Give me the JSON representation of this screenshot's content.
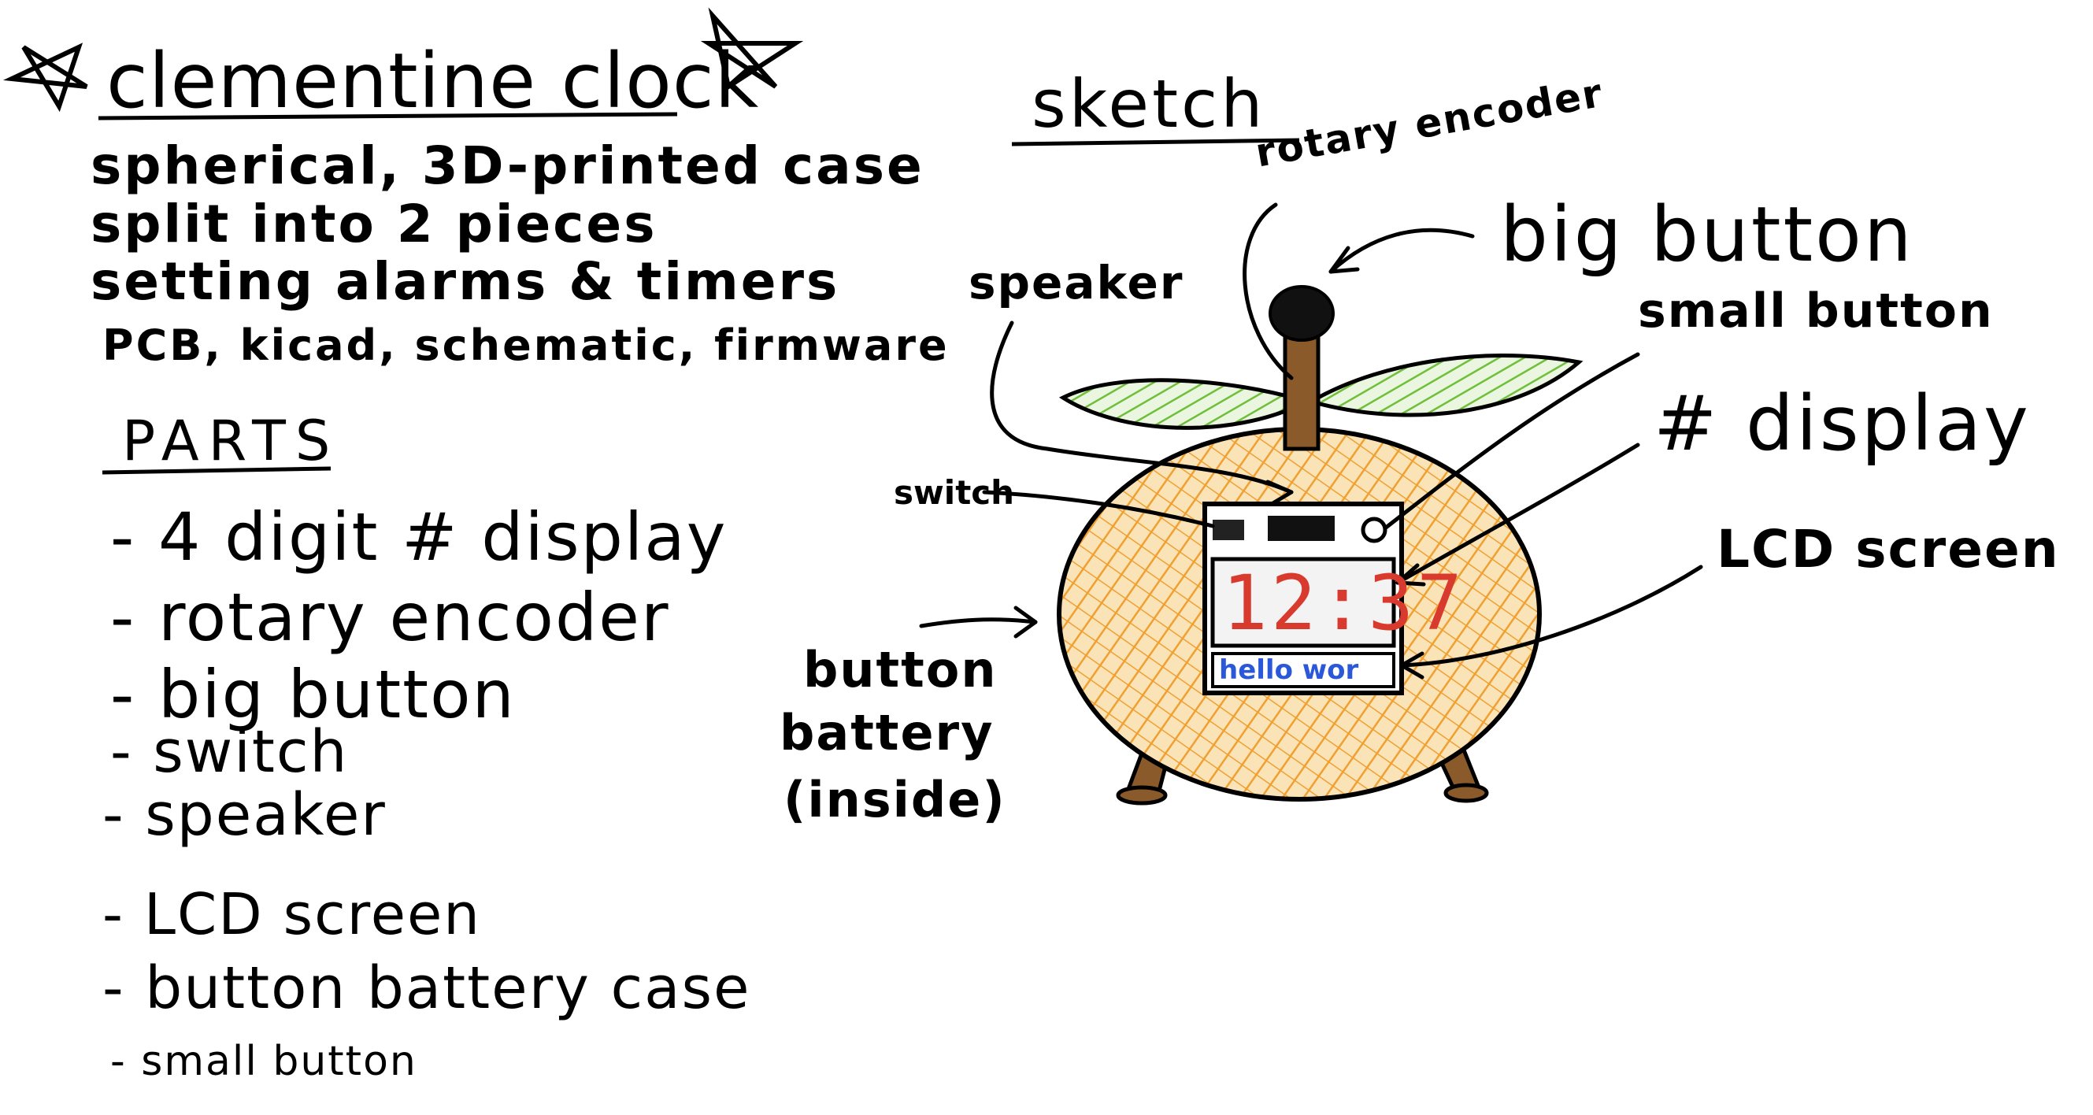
{
  "title": "clementine clock",
  "notes": [
    "spherical, 3D-printed case",
    "split into 2 pieces",
    "setting alarms & timers",
    "PCB, kicad, schematic, firmware"
  ],
  "parts_heading": "PARTS",
  "parts": [
    "- 4 digit # display",
    "- rotary encoder",
    "- big button",
    "- switch",
    "- speaker",
    "- LCD screen",
    "- button battery case",
    "- small button"
  ],
  "sketch": {
    "heading": "sketch",
    "labels": {
      "rotary_encoder": "rotary encoder",
      "big_button": "big button",
      "speaker": "speaker",
      "small_button": "small button",
      "switch": "switch",
      "number_display": "# display",
      "lcd_screen": "LCD screen",
      "button_battery": [
        "button",
        "battery",
        "(inside)"
      ]
    },
    "display_digits": "12:37",
    "lcd_text": "hello wor"
  },
  "colors": {
    "ink": "#000000",
    "orange": "#f0a030",
    "leaf_green": "#6fbf3a",
    "stem_brown": "#8a5a2b",
    "digit_red": "#d83a2e",
    "lcd_blue": "#2b58d8"
  }
}
